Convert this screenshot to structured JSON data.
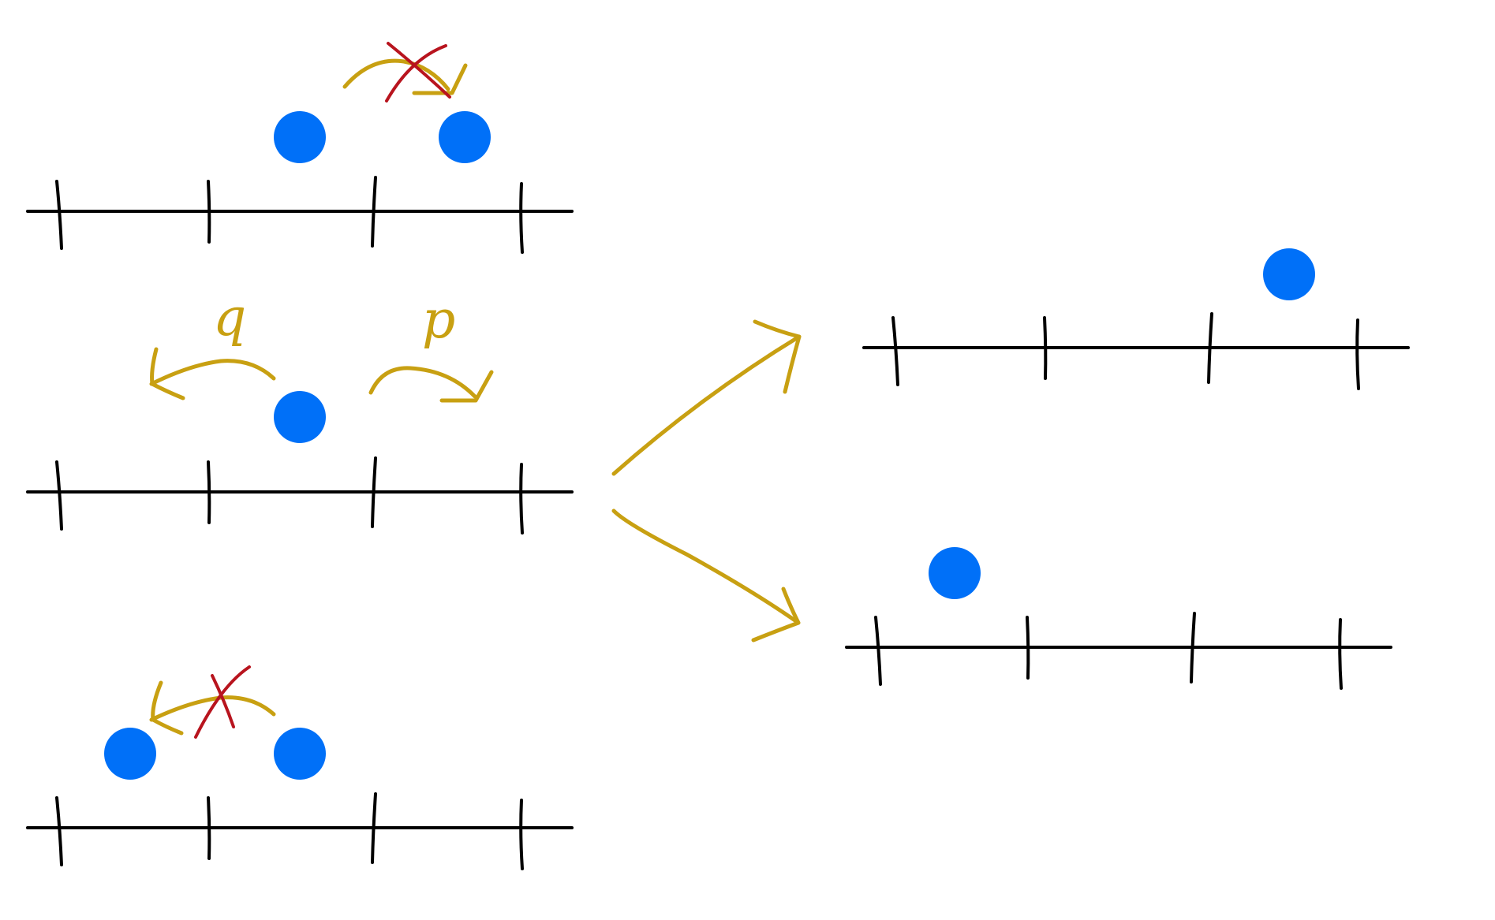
{
  "diagram": {
    "colors": {
      "particle": "#0070f8",
      "hop_arrow": "#c8a012",
      "blocked_cross": "#b8141e",
      "axis": "#000000"
    },
    "rate_labels": {
      "left": "q",
      "right": "p"
    },
    "lattices": [
      {
        "name": "blocked-right-jump",
        "sites": 4,
        "particles": [
          "between-site-2-and-3",
          "between-site-3-and-4"
        ],
        "hops": [
          {
            "direction": "right",
            "blocked": true
          }
        ]
      },
      {
        "name": "single-particle-hop",
        "sites": 4,
        "particles": [
          "between-site-2-and-3"
        ],
        "hops": [
          {
            "direction": "left",
            "rate": "q"
          },
          {
            "direction": "right",
            "rate": "p"
          }
        ]
      },
      {
        "name": "blocked-left-jump",
        "sites": 4,
        "particles": [
          "between-site-1-and-2",
          "between-site-2-and-3"
        ],
        "hops": [
          {
            "direction": "left",
            "blocked": true
          }
        ]
      },
      {
        "name": "outcome-after-right-hop",
        "sites": 4,
        "particles": [
          "between-site-3-and-4"
        ]
      },
      {
        "name": "outcome-after-left-hop",
        "sites": 4,
        "particles": [
          "between-site-1-and-2"
        ]
      }
    ]
  }
}
